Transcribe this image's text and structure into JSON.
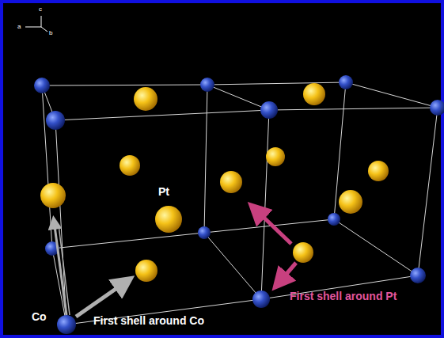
{
  "diagram": {
    "labels": [
      "c",
      "a",
      "b",
      "Pt",
      "Co",
      "First shell around Co",
      "First shell around Pt"
    ]
  }
}
